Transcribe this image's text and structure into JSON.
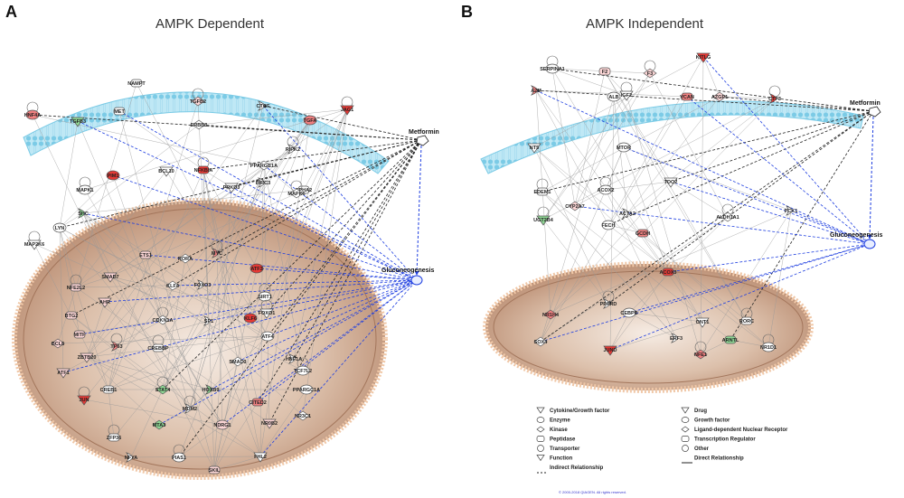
{
  "panels": [
    {
      "letter": "A",
      "title": "AMPK Dependent"
    },
    {
      "letter": "B",
      "title": "AMPK Independent"
    }
  ],
  "colors": {
    "up_strong": "#e53935",
    "up_mid": "#f08080",
    "up_light": "#fbd5d5",
    "down": "#8fd694",
    "neutral": "#ffffff",
    "membrane": "#9fdcee",
    "nucleus": "#c9a48a",
    "indirect": "#222222",
    "direct": "#999999",
    "hub_link": "#1f3fe0"
  },
  "A": {
    "drug": "Metformin",
    "process": "Gluconeogenesis",
    "nodes": [
      {
        "label": "HNF4A",
        "color": "up_mid"
      },
      {
        "label": "TGFB3",
        "color": "down"
      },
      {
        "label": "NAMPT",
        "color": "neutral"
      },
      {
        "label": "TGFB2",
        "color": "up_light"
      },
      {
        "label": "CTGF",
        "color": "neutral"
      },
      {
        "label": "TGFA",
        "color": "up_mid"
      },
      {
        "label": "JAG1",
        "color": "up_strong"
      },
      {
        "label": "MET",
        "color": "neutral"
      },
      {
        "label": "ERBB3",
        "color": "neutral"
      },
      {
        "label": "RIPK2",
        "color": "neutral"
      },
      {
        "label": "PIM1",
        "color": "up_strong"
      },
      {
        "label": "BCL10",
        "color": "neutral"
      },
      {
        "label": "NFKBIA",
        "color": "up_strong"
      },
      {
        "label": "PPARGC1A",
        "color": "neutral"
      },
      {
        "label": "BIRC3",
        "color": "neutral"
      },
      {
        "label": "MAPK1",
        "color": "neutral"
      },
      {
        "label": "PRKD3",
        "color": "neutral"
      },
      {
        "label": "EPHA2",
        "color": "neutral"
      },
      {
        "label": "MAPK6",
        "color": "neutral"
      },
      {
        "label": "SHC",
        "color": "down"
      },
      {
        "label": "LYN",
        "color": "neutral"
      },
      {
        "label": "MAP2K6",
        "color": "neutral"
      },
      {
        "label": "ETS1",
        "color": "up_light"
      },
      {
        "label": "RORA",
        "color": "neutral"
      },
      {
        "label": "MYC",
        "color": "up_mid"
      },
      {
        "label": "ATF3",
        "color": "up_strong"
      },
      {
        "label": "SMAD7",
        "color": "up_light"
      },
      {
        "label": "NFE2L2",
        "color": "up_light"
      },
      {
        "label": "KLF4",
        "color": "neutral"
      },
      {
        "label": "FOXO3",
        "color": "neutral"
      },
      {
        "label": "SIRT1",
        "color": "neutral"
      },
      {
        "label": "AHR",
        "color": "up_light"
      },
      {
        "label": "BTG2",
        "color": "up_light"
      },
      {
        "label": "CDKN1A",
        "color": "neutral"
      },
      {
        "label": "SP1",
        "color": "neutral"
      },
      {
        "label": "KLF6",
        "color": "up_strong"
      },
      {
        "label": "FOXO1",
        "color": "neutral"
      },
      {
        "label": "MITF",
        "color": "up_light"
      },
      {
        "label": "BCL6",
        "color": "up_light"
      },
      {
        "label": "TP63",
        "color": "up_mid"
      },
      {
        "label": "ATF4",
        "color": "neutral"
      },
      {
        "label": "ZBTB20",
        "color": "up_light"
      },
      {
        "label": "CREBBP",
        "color": "neutral"
      },
      {
        "label": "SMAD3",
        "color": "neutral"
      },
      {
        "label": "HNF1A",
        "color": "neutral"
      },
      {
        "label": "TCF7L2",
        "color": "neutral"
      },
      {
        "label": "ATF1",
        "color": "up_light"
      },
      {
        "label": "CREB1",
        "color": "neutral"
      },
      {
        "label": "STAT4",
        "color": "down"
      },
      {
        "label": "HOXB9",
        "color": "down"
      },
      {
        "label": "PPARGC1A",
        "color": "neutral"
      },
      {
        "label": "JUN",
        "color": "up_strong"
      },
      {
        "label": "CITED2",
        "color": "up_mid"
      },
      {
        "label": "NR3C1",
        "color": "neutral"
      },
      {
        "label": "MDM2",
        "color": "neutral"
      },
      {
        "label": "NDRG1",
        "color": "up_light"
      },
      {
        "label": "NR0B2",
        "color": "up_light"
      },
      {
        "label": "ZFP36",
        "color": "neutral"
      },
      {
        "label": "MTA3",
        "color": "down"
      },
      {
        "label": "NFYA",
        "color": "neutral"
      },
      {
        "label": "PIAS1",
        "color": "neutral"
      },
      {
        "label": "FHL2",
        "color": "neutral"
      },
      {
        "label": "SKIL",
        "color": "up_light"
      }
    ]
  },
  "B": {
    "drug": "Metformin",
    "process": "Gluconeogenesis",
    "nodes": [
      {
        "label": "SERPINA1",
        "color": "neutral"
      },
      {
        "label": "KITLG",
        "color": "up_strong"
      },
      {
        "label": "F2",
        "color": "up_light"
      },
      {
        "label": "F3",
        "color": "up_light"
      },
      {
        "label": "A2M",
        "color": "up_mid"
      },
      {
        "label": "ALB",
        "color": "neutral"
      },
      {
        "label": "IGF2",
        "color": "neutral"
      },
      {
        "label": "VCAN",
        "color": "up_mid"
      },
      {
        "label": "AZGP1",
        "color": "up_light"
      },
      {
        "label": "CTF3",
        "color": "up_strong"
      },
      {
        "label": "MTOR",
        "color": "neutral"
      },
      {
        "label": "NT5",
        "color": "neutral"
      },
      {
        "label": "EDEM1",
        "color": "neutral"
      },
      {
        "label": "CYP2A7",
        "color": "up_light"
      },
      {
        "label": "ACTA2",
        "color": "neutral"
      },
      {
        "label": "ACOX2",
        "color": "neutral"
      },
      {
        "label": "TDO2",
        "color": "neutral"
      },
      {
        "label": "GCDH",
        "color": "up_mid"
      },
      {
        "label": "ALDH1A1",
        "color": "neutral"
      },
      {
        "label": "PCK1",
        "color": "neutral"
      },
      {
        "label": "FECH",
        "color": "neutral"
      },
      {
        "label": "UGT2B4",
        "color": "down"
      },
      {
        "label": "ACOX3",
        "color": "up_strong"
      },
      {
        "label": "NR1H4",
        "color": "up_mid"
      },
      {
        "label": "PPARD",
        "color": "neutral"
      },
      {
        "label": "CEBPB",
        "color": "neutral"
      },
      {
        "label": "ONT1",
        "color": "neutral"
      },
      {
        "label": "RORC",
        "color": "neutral"
      },
      {
        "label": "SOX4",
        "color": "neutral"
      },
      {
        "label": "ERF3",
        "color": "neutral"
      },
      {
        "label": "NR1D1",
        "color": "neutral"
      },
      {
        "label": "JUND",
        "color": "up_strong"
      },
      {
        "label": "ARNTL",
        "color": "down"
      },
      {
        "label": "NFE1",
        "color": "up_mid"
      }
    ]
  },
  "legend": {
    "left": [
      "Cytokine/Growth factor",
      "Enzyme",
      "Kinase",
      "Peptidase",
      "Transporter",
      "Function",
      "Indirect Relationship"
    ],
    "right": [
      "Drug",
      "Growth factor",
      "Ligand-dependent Nuclear Receptor",
      "Transcription Regulator",
      "Other",
      "Direct Relationship"
    ]
  },
  "copyright": "© 2000-2018 QIAGEN. All rights reserved."
}
